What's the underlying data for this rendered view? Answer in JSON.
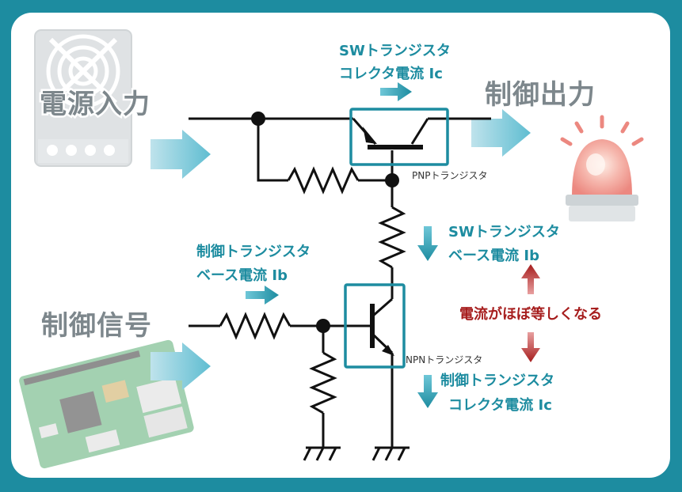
{
  "labels": {
    "power_input": "電源入力",
    "control_output": "制御出力",
    "control_signal": "制御信号"
  },
  "annotations": {
    "sw_collector_line1": "SWトランジスタ",
    "sw_collector_line2": "コレクタ電流 Ic",
    "sw_base_line1": "SWトランジスタ",
    "sw_base_line2": "ベース電流 Ib",
    "ctrl_base_line1": "制御トランジスタ",
    "ctrl_base_line2": "ベース電流 Ib",
    "ctrl_collector_line1": "制御トランジスタ",
    "ctrl_collector_line2": "コレクタ電流 Ic",
    "equal_note": "電流がほぼ等しくなる"
  },
  "parts": {
    "pnp": "PNPトランジスタ",
    "npn": "NPNトランジスタ"
  },
  "colors": {
    "frame": "#1d8ca0",
    "accent_text": "#1d8ca0",
    "arrow": "#6cc4d6",
    "highlight_box": "#1d8ca0",
    "note_red": "#a61d1d"
  },
  "icons": [
    "power-supply-icon",
    "warning-light-icon",
    "circuit-board-icon"
  ]
}
